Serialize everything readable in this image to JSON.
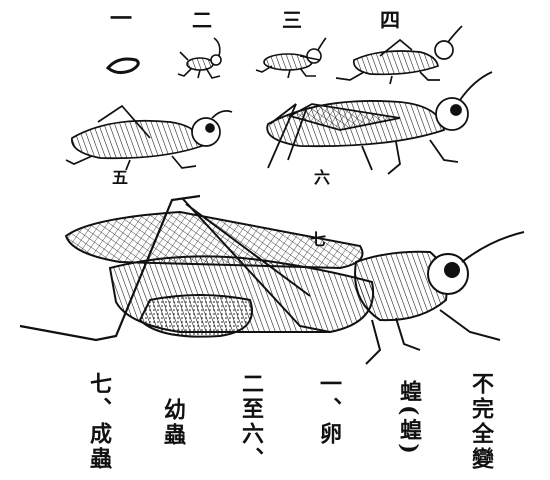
{
  "stages": [
    {
      "label": "一",
      "icon": "egg"
    },
    {
      "label": "二",
      "icon": "nymph-small"
    },
    {
      "label": "三",
      "icon": "nymph-medium"
    },
    {
      "label": "四",
      "icon": "nymph-larger"
    },
    {
      "label": "五",
      "icon": "nymph-wing-buds"
    },
    {
      "label": "六",
      "icon": "nymph-late"
    },
    {
      "label": "七",
      "icon": "adult-grasshopper"
    }
  ],
  "captions": [
    {
      "id": "adult",
      "text": "七、成蟲"
    },
    {
      "id": "nymph",
      "text": "幼蟲"
    },
    {
      "id": "range",
      "text": "二至六、"
    },
    {
      "id": "egg",
      "text": "一、卵"
    },
    {
      "id": "subject",
      "text": "蝗(蝗)"
    },
    {
      "id": "title",
      "text": "不完全變"
    }
  ],
  "colors": {
    "ink": "#111111",
    "paper": "#ffffff"
  }
}
